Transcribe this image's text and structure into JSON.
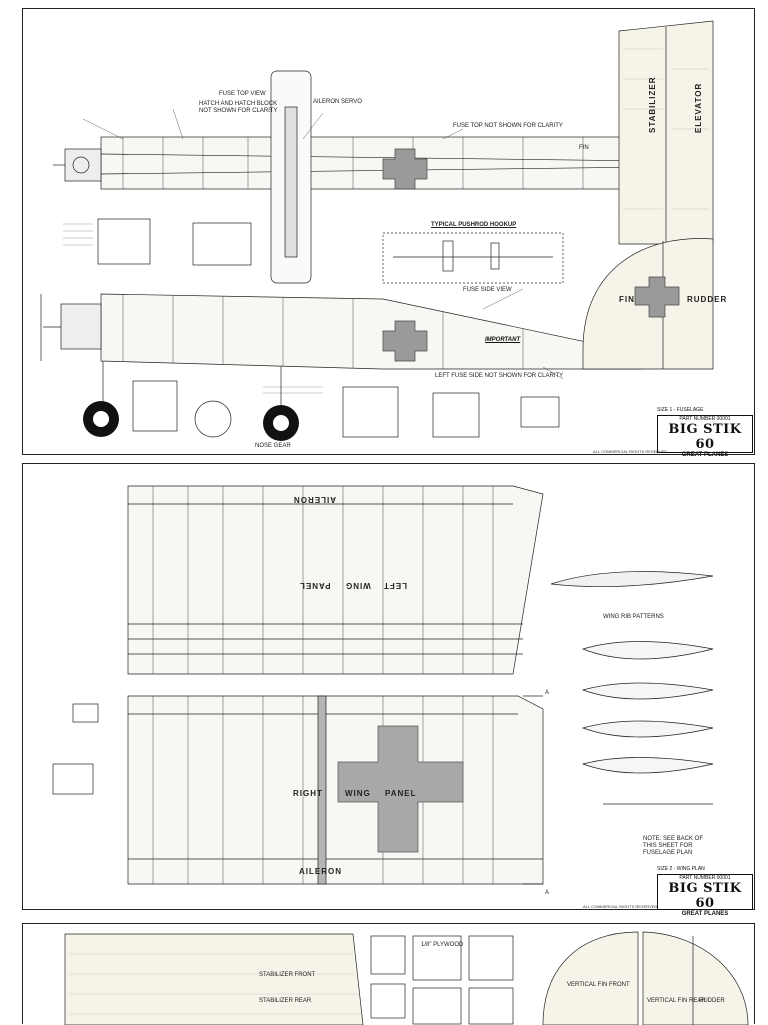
{
  "sheet1": {
    "labels": {
      "fuse_top_view": "FUSE TOP VIEW",
      "hatch_note": "HATCH AND HATCH BLOCK NOT SHOWN FOR CLARITY",
      "fuse_top_not_shown": "FUSE TOP NOT SHOWN FOR CLARITY",
      "typical_pushrod": "TYPICAL PUSHROD HOOKUP",
      "fuse_side_view": "FUSE SIDE VIEW",
      "important": "IMPORTANT",
      "left_side_note": "LEFT FUSE SIDE NOT SHOWN FOR CLARITY",
      "stabilizer": "STABILIZER",
      "elevator": "ELEVATOR",
      "fin": "FIN",
      "rudder": "RUDDER",
      "fin_callout": "FIN",
      "aileron_servo": "AILERON SERVO",
      "nose_gear": "NOSE GEAR"
    },
    "title_block": {
      "part": "PART NUMBER 00001",
      "sheet": "SIZE 1 - FUSELAGE",
      "name": "BIG STIK 60",
      "brand": "GREAT PLANES",
      "rights": "ALL COMMERCIAL RIGHTS RESERVED"
    }
  },
  "sheet2": {
    "labels": {
      "aileron_top": "AILERON",
      "left": "LEFT",
      "wing": "WING",
      "panel": "PANEL",
      "right": "RIGHT",
      "wing2": "WING",
      "panel2": "PANEL",
      "aileron_bottom": "AILERON",
      "section_a": "A",
      "section_a2": "A",
      "wing_rib_pattern": "WING RIB PATTERNS",
      "note_back": "NOTE: SEE BACK OF THIS SHEET FOR FUSELAGE PLAN"
    },
    "title_block": {
      "part": "PART NUMBER 00001",
      "sheet": "SIZE 2 - WING PLAN",
      "name": "BIG STIK 60",
      "brand": "GREAT PLANES",
      "rights": "ALL COMMERCIAL RIGHTS RESERVED"
    }
  },
  "sheet3": {
    "labels": {
      "stab_front": "STABILIZER FRONT",
      "stab_rear": "STABILIZER REAR",
      "vert_fin": "VERTICAL FIN FRONT",
      "vert_fin2": "VERTICAL FIN REAR",
      "rudder_label": "RUDDER",
      "ply": "1/8\" PLYWOOD"
    }
  },
  "colors": {
    "line": "#222222",
    "balsa": "#f4f1e8",
    "grey_fill": "#a8a8a8",
    "tire": "#111111"
  }
}
